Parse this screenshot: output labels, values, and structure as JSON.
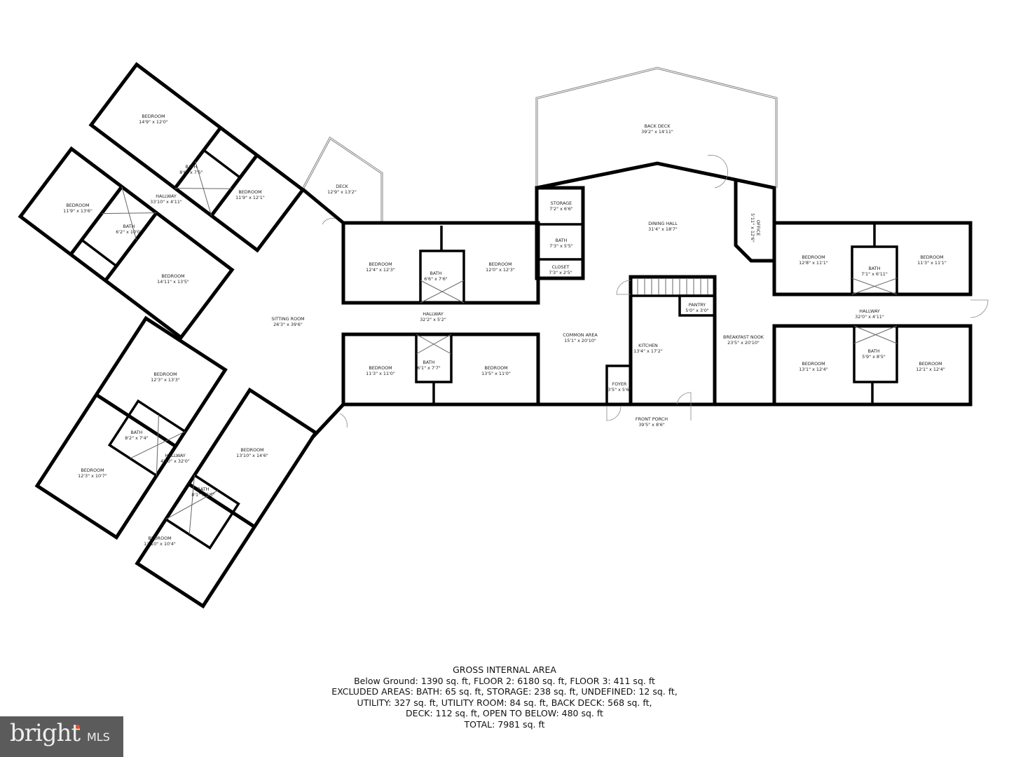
{
  "rooms": [
    {
      "name": "BEDROOM",
      "dims": "14'9\" x 12'0\""
    },
    {
      "name": "BATH",
      "dims": "8'6\" x 7'5\""
    },
    {
      "name": "HALLWAY",
      "dims": "33'10\" x 4'11\""
    },
    {
      "name": "BEDROOM",
      "dims": "11'9\" x 12'1\""
    },
    {
      "name": "BEDROOM",
      "dims": "11'9\" x 13'6\""
    },
    {
      "name": "BATH",
      "dims": "6'2\" x 10'0\""
    },
    {
      "name": "BEDROOM",
      "dims": "14'11\" x 13'5\""
    },
    {
      "name": "BEDROOM",
      "dims": "12'3\" x 13'3\""
    },
    {
      "name": "BATH",
      "dims": "8'2\" x 7'4\""
    },
    {
      "name": "HALLWAY",
      "dims": "4'10\" x 32'0\""
    },
    {
      "name": "BEDROOM",
      "dims": "12'3\" x 10'7\""
    },
    {
      "name": "BEDROOM",
      "dims": "13'10\" x 14'6\""
    },
    {
      "name": "BATH",
      "dims": "8'1\" x 6'5\""
    },
    {
      "name": "BEDROOM",
      "dims": "13'10\" x 10'4\""
    },
    {
      "name": "SITTING ROOM",
      "dims": "26'3\" x 39'6\""
    },
    {
      "name": "DECK",
      "dims": "12'9\" x 13'2\""
    },
    {
      "name": "BACK DECK",
      "dims": "39'2\" x 14'11\""
    },
    {
      "name": "STORAGE",
      "dims": "7'2\" x 6'6\""
    },
    {
      "name": "BATH",
      "dims": "7'3\" x 5'5\""
    },
    {
      "name": "CLOSET",
      "dims": "7'3\" x 2'5\""
    },
    {
      "name": "DINING HALL",
      "dims": "31'4\" x 18'7\""
    },
    {
      "name": "OFFICE",
      "dims": "5'11\" x 12'6\""
    },
    {
      "name": "BEDROOM",
      "dims": "12'4\" x 12'3\""
    },
    {
      "name": "BATH",
      "dims": "6'6\" x 7'6\""
    },
    {
      "name": "BEDROOM",
      "dims": "12'0\" x 12'3\""
    },
    {
      "name": "HALLWAY",
      "dims": "32'2\" x 5'2\""
    },
    {
      "name": "BEDROOM",
      "dims": "11'3\" x 11'0\""
    },
    {
      "name": "BATH",
      "dims": "6'1\" x 7'7\""
    },
    {
      "name": "BEDROOM",
      "dims": "13'5\" x 11'0\""
    },
    {
      "name": "COMMON AREA",
      "dims": "15'1\" x 20'10\""
    },
    {
      "name": "KITCHEN",
      "dims": "13'4\" x 17'2\""
    },
    {
      "name": "PANTRY",
      "dims": "5'0\" x 3'0\""
    },
    {
      "name": "FOYER",
      "dims": "3'5\" x 5'6\""
    },
    {
      "name": "FRONT PORCH",
      "dims": "39'5\" x 8'6\""
    },
    {
      "name": "BREAKFAST NOOK",
      "dims": "23'5\" x 20'10\""
    },
    {
      "name": "BEDROOM",
      "dims": "12'8\" x 11'1\""
    },
    {
      "name": "BATH",
      "dims": "7'1\" x 6'11\""
    },
    {
      "name": "BEDROOM",
      "dims": "11'3\" x 11'1\""
    },
    {
      "name": "HALLWAY",
      "dims": "32'0\" x 4'11\""
    },
    {
      "name": "BEDROOM",
      "dims": "13'1\" x 12'4\""
    },
    {
      "name": "BATH",
      "dims": "5'9\" x 8'5\""
    },
    {
      "name": "BEDROOM",
      "dims": "12'1\" x 12'4\""
    }
  ],
  "summary": {
    "title": "GROSS INTERNAL AREA",
    "floors": "Below Ground: 1390 sq. ft, FLOOR 2: 6180 sq. ft, FLOOR 3: 411 sq. ft",
    "excluded_1": "EXCLUDED AREAS: BATH: 65 sq. ft, STORAGE: 238 sq. ft, UNDEFINED: 12 sq. ft,",
    "excluded_2": "UTILITY: 327 sq. ft, UTILITY ROOM: 84 sq. ft, BACK DECK: 568 sq. ft,",
    "excluded_3": "DECK: 112 sq. ft, OPEN TO BELOW: 480 sq. ft",
    "total": "TOTAL: 7981 sq. ft"
  },
  "logo": {
    "text": "bright",
    "suffix": "MLS",
    "accent": "#e8502a"
  }
}
